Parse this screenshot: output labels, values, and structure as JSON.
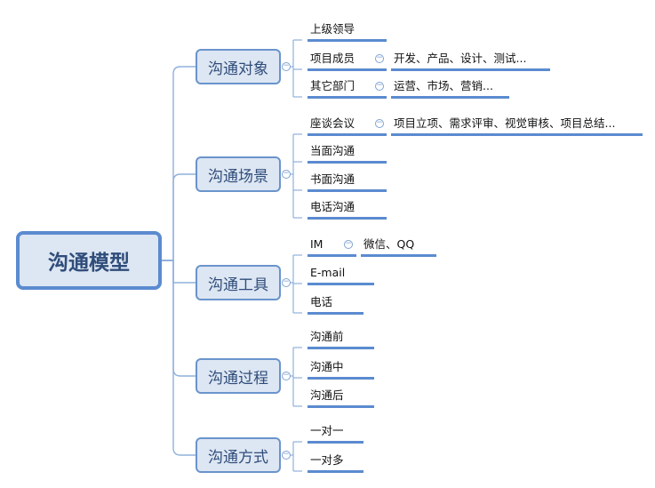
{
  "root": {
    "label": "沟通模型"
  },
  "branches": [
    {
      "label": "沟通对象",
      "children": [
        {
          "label": "上级领导"
        },
        {
          "label": "项目成员",
          "detail": "开发、产品、设计、测试..."
        },
        {
          "label": "其它部门",
          "detail": "运营、市场、营销..."
        }
      ]
    },
    {
      "label": "沟通场景",
      "children": [
        {
          "label": "座谈会议",
          "detail": "项目立项、需求评审、视觉审核、项目总结..."
        },
        {
          "label": "当面沟通"
        },
        {
          "label": "书面沟通"
        },
        {
          "label": "电话沟通"
        }
      ]
    },
    {
      "label": "沟通工具",
      "children": [
        {
          "label": "IM",
          "detail": "微信、QQ"
        },
        {
          "label": "E-mail"
        },
        {
          "label": "电话"
        }
      ]
    },
    {
      "label": "沟通过程",
      "children": [
        {
          "label": "沟通前"
        },
        {
          "label": "沟通中"
        },
        {
          "label": "沟通后"
        }
      ]
    },
    {
      "label": "沟通方式",
      "children": [
        {
          "label": "一对一"
        },
        {
          "label": "一对多"
        }
      ]
    }
  ],
  "colors": {
    "line": "#8fb0dc",
    "underline": "#5b8bd0",
    "node_fill": "#dde6f3",
    "node_text": "#2f4d7a"
  }
}
